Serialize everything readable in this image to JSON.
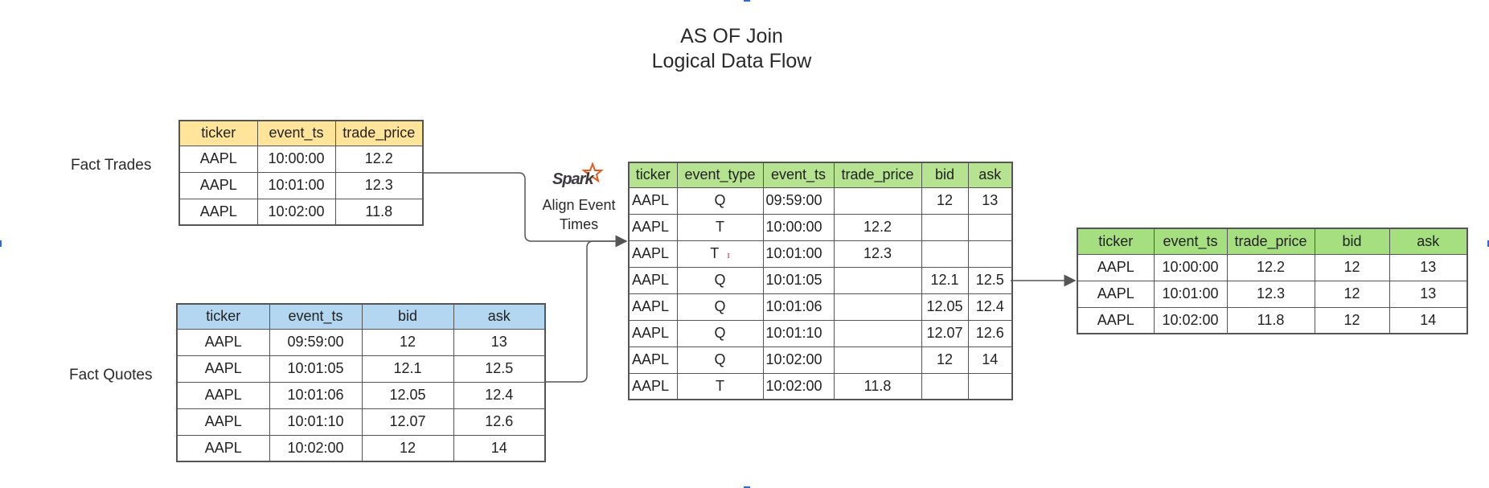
{
  "title": {
    "line1": "AS OF Join",
    "line2": "Logical Data Flow"
  },
  "labels": {
    "fact_trades": "Fact Trades",
    "fact_quotes": "Fact Quotes",
    "spark_logo": "Spark",
    "align_step": "Align Event Times"
  },
  "trades": {
    "headers": [
      "ticker",
      "event_ts",
      "trade_price"
    ],
    "rows": [
      [
        "AAPL",
        "10:00:00",
        "12.2"
      ],
      [
        "AAPL",
        "10:01:00",
        "12.3"
      ],
      [
        "AAPL",
        "10:02:00",
        "11.8"
      ]
    ]
  },
  "quotes": {
    "headers": [
      "ticker",
      "event_ts",
      "bid",
      "ask"
    ],
    "rows": [
      [
        "AAPL",
        "09:59:00",
        "12",
        "13"
      ],
      [
        "AAPL",
        "10:01:05",
        "12.1",
        "12.5"
      ],
      [
        "AAPL",
        "10:01:06",
        "12.05",
        "12.4"
      ],
      [
        "AAPL",
        "10:01:10",
        "12.07",
        "12.6"
      ],
      [
        "AAPL",
        "10:02:00",
        "12",
        "14"
      ]
    ]
  },
  "aligned": {
    "headers": [
      "ticker",
      "event_type",
      "event_ts",
      "trade_price",
      "bid",
      "ask"
    ],
    "rows": [
      [
        "AAPL",
        "Q",
        "09:59:00",
        "",
        "12",
        "13"
      ],
      [
        "AAPL",
        "T",
        "10:00:00",
        "12.2",
        "",
        ""
      ],
      [
        "AAPL",
        "T",
        "10:01:00",
        "12.3",
        "",
        ""
      ],
      [
        "AAPL",
        "Q",
        "10:01:05",
        "",
        "12.1",
        "12.5"
      ],
      [
        "AAPL",
        "Q",
        "10:01:06",
        "",
        "12.05",
        "12.4"
      ],
      [
        "AAPL",
        "Q",
        "10:01:10",
        "",
        "12.07",
        "12.6"
      ],
      [
        "AAPL",
        "Q",
        "10:02:00",
        "",
        "12",
        "14"
      ],
      [
        "AAPL",
        "T",
        "10:02:00",
        "11.8",
        "",
        ""
      ]
    ]
  },
  "result": {
    "headers": [
      "ticker",
      "event_ts",
      "trade_price",
      "bid",
      "ask"
    ],
    "rows": [
      [
        "AAPL",
        "10:00:00",
        "12.2",
        "12",
        "13"
      ],
      [
        "AAPL",
        "10:01:00",
        "12.3",
        "12",
        "13"
      ],
      [
        "AAPL",
        "10:02:00",
        "11.8",
        "12",
        "14"
      ]
    ]
  },
  "colors": {
    "trades_header": "#ffe49a",
    "quotes_header": "#b3d7f0",
    "aligned_header": "#b5e38f",
    "result_header": "#a6df80",
    "spark_star": "#e25a1c",
    "text_cursor": "#d9304d"
  }
}
